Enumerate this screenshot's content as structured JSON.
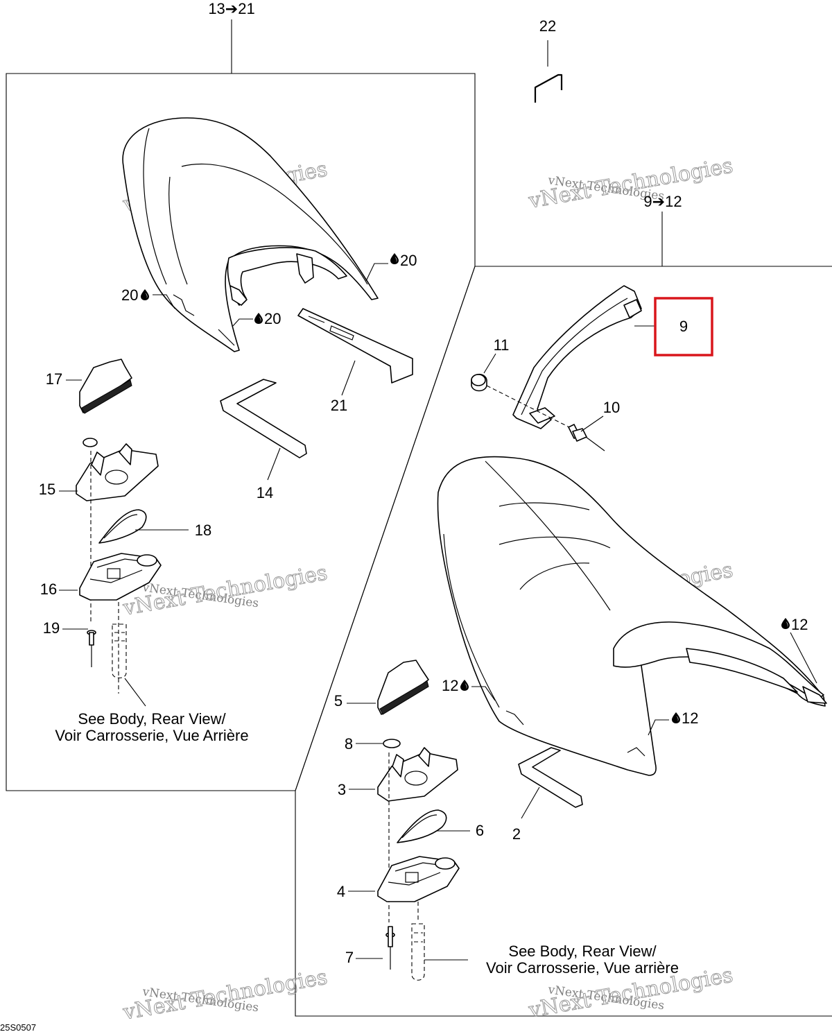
{
  "diagram": {
    "drawing_code": "25S0507",
    "watermark": {
      "line1": "vNext Technologies",
      "line2": "vNext Technologies"
    },
    "highlight_color": "#d9161c",
    "callouts": {
      "c13_21": "13➔21",
      "c22": "22",
      "c9_12": "9➔12",
      "c9": "9",
      "c11": "11",
      "c10": "10",
      "c20a": "20",
      "c20b": "20",
      "c20c": "20",
      "c21": "21",
      "c17": "17",
      "c14": "14",
      "c15": "15",
      "c18": "18",
      "c16": "16",
      "c19": "19",
      "c12a": "12",
      "c12b": "12",
      "c12c": "12",
      "c5": "5",
      "c8": "8",
      "c3": "3",
      "c2": "2",
      "c6": "6",
      "c4": "4",
      "c7": "7"
    },
    "notes": {
      "left_line1": "See Body, Rear View/",
      "left_line2": "Voir Carrosserie, Vue Arrière",
      "right_line1": "See Body, Rear View/",
      "right_line2": "Voir Carrosserie, Vue arrière"
    }
  }
}
